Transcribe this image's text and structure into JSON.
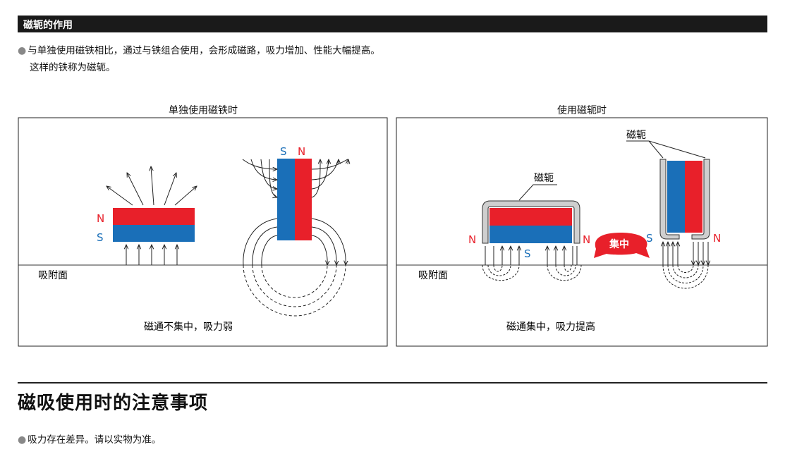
{
  "section": {
    "title": "磁轭的作用"
  },
  "intro": {
    "line1": "与单独使用磁铁相比，通过与铁组合使用，会形成磁路，吸力增加、性能大幅提高。",
    "line2": "这样的铁称为磁轭。"
  },
  "left_panel": {
    "title": "单独使用磁铁时",
    "label_N": "N",
    "label_S": "S",
    "label_S2": "S",
    "label_N2": "N",
    "surface": "吸附面",
    "caption": "磁通不集中，吸力弱"
  },
  "right_panel": {
    "title": "使用磁轭时",
    "yoke_label": "磁轭",
    "yoke_label2": "磁轭",
    "label_N_left": "N",
    "label_S_mid": "S",
    "label_N_right": "N",
    "label_S2": "S",
    "label_N2": "N",
    "callout": "集中",
    "surface": "吸附面",
    "caption": "磁通集中，吸力提高"
  },
  "notes": {
    "heading": "磁吸使用时的注意事项",
    "item1": "吸力存在差异。请以实物为准。"
  },
  "colors": {
    "north": "#e8202a",
    "south": "#1a6fb8",
    "yoke": "#cfcfcf",
    "callout": "#e8202a"
  }
}
